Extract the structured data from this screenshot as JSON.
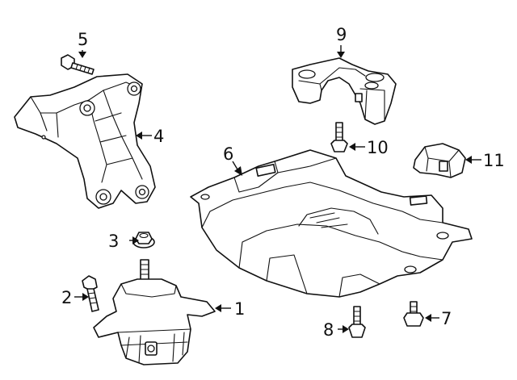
{
  "diagram": {
    "callouts": [
      {
        "id": "1",
        "label": "1"
      },
      {
        "id": "2",
        "label": "2"
      },
      {
        "id": "3",
        "label": "3"
      },
      {
        "id": "4",
        "label": "4"
      },
      {
        "id": "5",
        "label": "5"
      },
      {
        "id": "6",
        "label": "6"
      },
      {
        "id": "7",
        "label": "7"
      },
      {
        "id": "8",
        "label": "8"
      },
      {
        "id": "9",
        "label": "9"
      },
      {
        "id": "10",
        "label": "10"
      },
      {
        "id": "11",
        "label": "11"
      }
    ],
    "colors": {
      "line": "#111111",
      "background": "#ffffff"
    }
  }
}
